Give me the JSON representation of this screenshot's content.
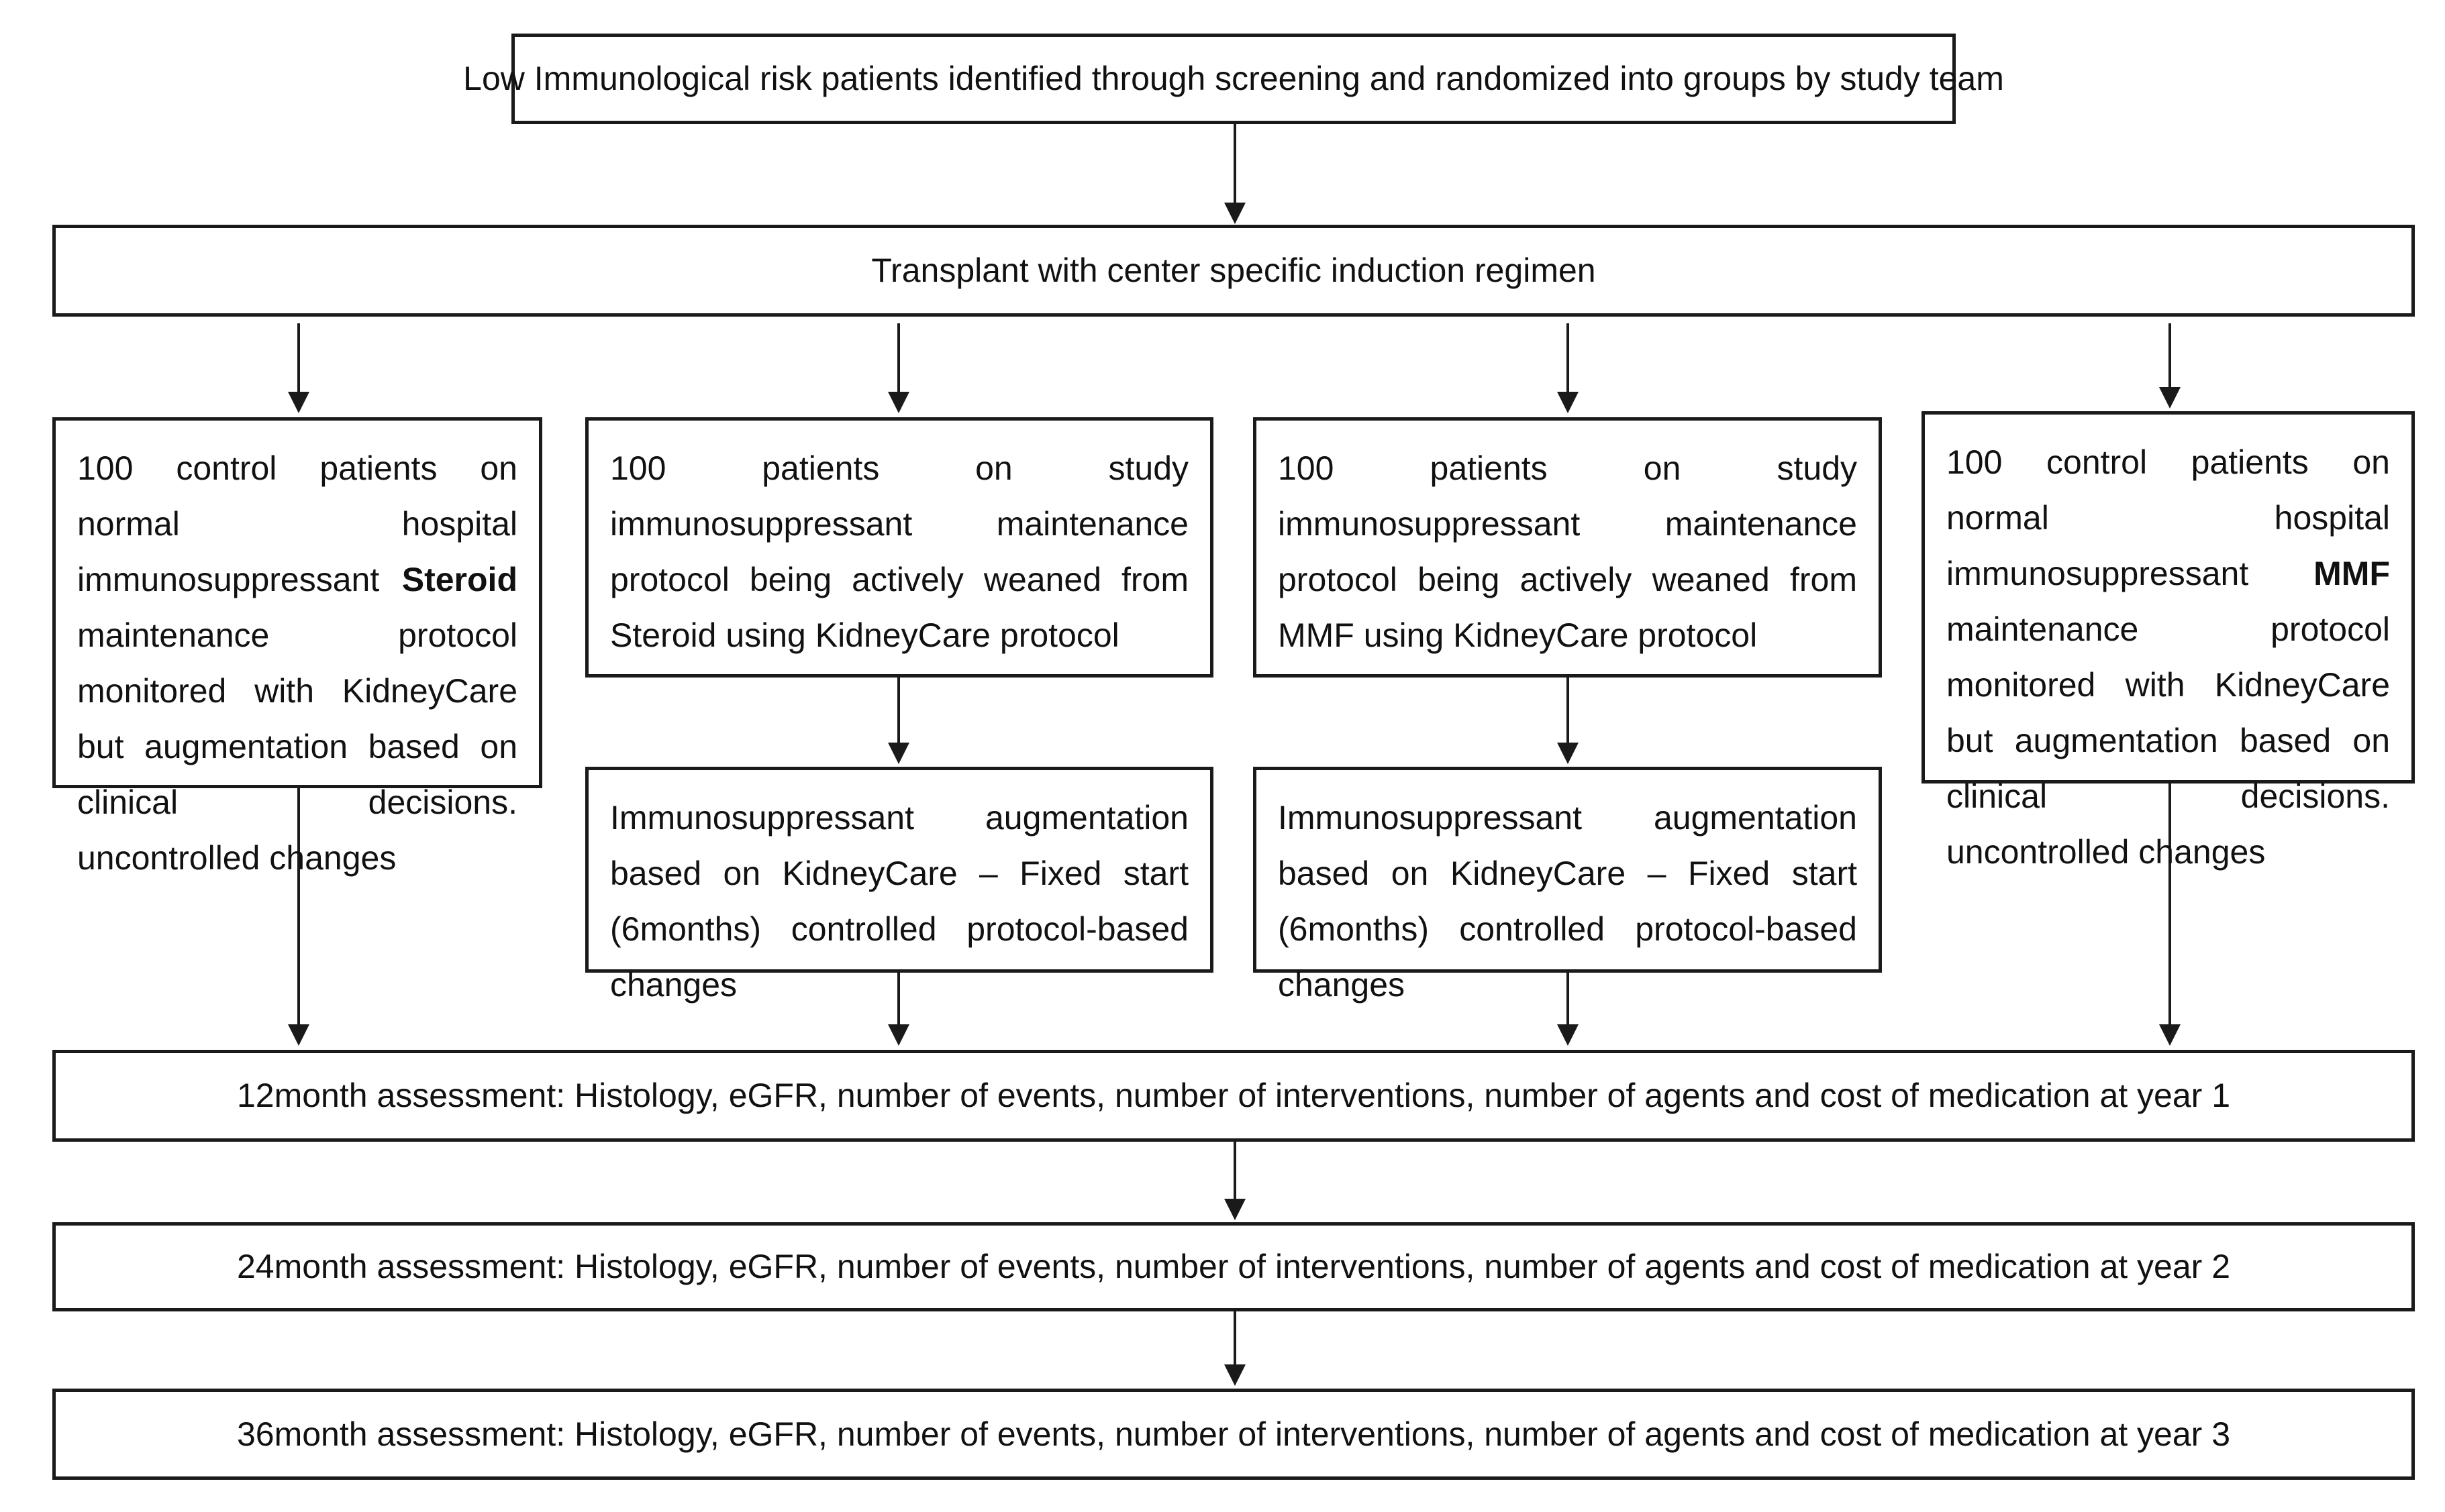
{
  "top": {
    "screening": "Low Immunological risk patients identified through screening and randomized into groups by study team"
  },
  "transplant": {
    "text": "Transplant with center specific induction regimen"
  },
  "groups": {
    "steroid_control": {
      "before": "100 control patients on normal hospital immunosuppressant ",
      "bold": "Steroid",
      "after": " maintenance protocol monitored with KidneyCare but augmentation based on clinical decisions. uncontrolled changes"
    },
    "steroid_wean": {
      "text": "100 patients on study immunosuppressant maintenance protocol being actively weaned  from Steroid using KidneyCare protocol"
    },
    "mmf_wean": {
      "text": "100 patients on study immunosuppressant maintenance protocol being actively weaned  from MMF using KidneyCare protocol"
    },
    "mmf_control": {
      "before": "100 control patients on normal hospital immunosuppressant ",
      "bold": "MMF",
      "after": " maintenance protocol monitored with KidneyCare but augmentation based on clinical decisions. uncontrolled changes"
    }
  },
  "augmentation": {
    "steroid": "Immunosuppressant augmentation based on KidneyCare – Fixed start (6months) controlled protocol-based changes",
    "mmf": "Immunosuppressant augmentation based on KidneyCare – Fixed start (6months) controlled protocol-based changes"
  },
  "assessments": {
    "month12": "12month assessment: Histology, eGFR, number of events, number of interventions, number of agents and cost of medication at year 1",
    "month24": "24month assessment: Histology, eGFR, number of events, number of interventions, number of agents and cost of medication at year 2",
    "month36": "36month assessment: Histology, eGFR, number of events, number of interventions, number of agents and cost of medication at year 3"
  }
}
